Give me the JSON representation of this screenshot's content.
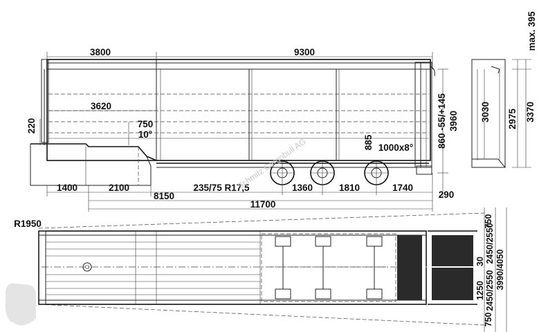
{
  "side_view": {
    "dims": {
      "len_front": "3800",
      "len_main": "9300",
      "inner_front": "3620",
      "height_front": "220",
      "gooseneck_height": "750",
      "gooseneck_angle": "10°",
      "overhang_front": "1400",
      "wheelbase_front": "2100",
      "kingpin_to_axle": "8150",
      "tyre": "235/75 R17,5",
      "axle_1_2": "1360",
      "axle_2_3": "1810",
      "rear_overhang": "1740",
      "rear_beyond": "290",
      "total_length": "11700",
      "rear_height_range": "860 -55/+145",
      "rear_height": "3960",
      "rear_floor": "885",
      "rear_door": "1000x8°"
    }
  },
  "end_view": {
    "dims": {
      "top_extra": "max. 395",
      "inner_height": "3030",
      "side_height": "2975",
      "outer_height": "3370"
    }
  },
  "top_view": {
    "dims": {
      "turn_radius": "R1950",
      "side_offset_top": "750",
      "center_offset": "30",
      "rear_gap": "1250",
      "width_inner": "2450/2550",
      "width_outer": "3990/4050",
      "width_range": "2450/2550",
      "side_offset_bottom": "750"
    }
  },
  "watermark": {
    "text": "Schmitz Cargobull AG"
  }
}
